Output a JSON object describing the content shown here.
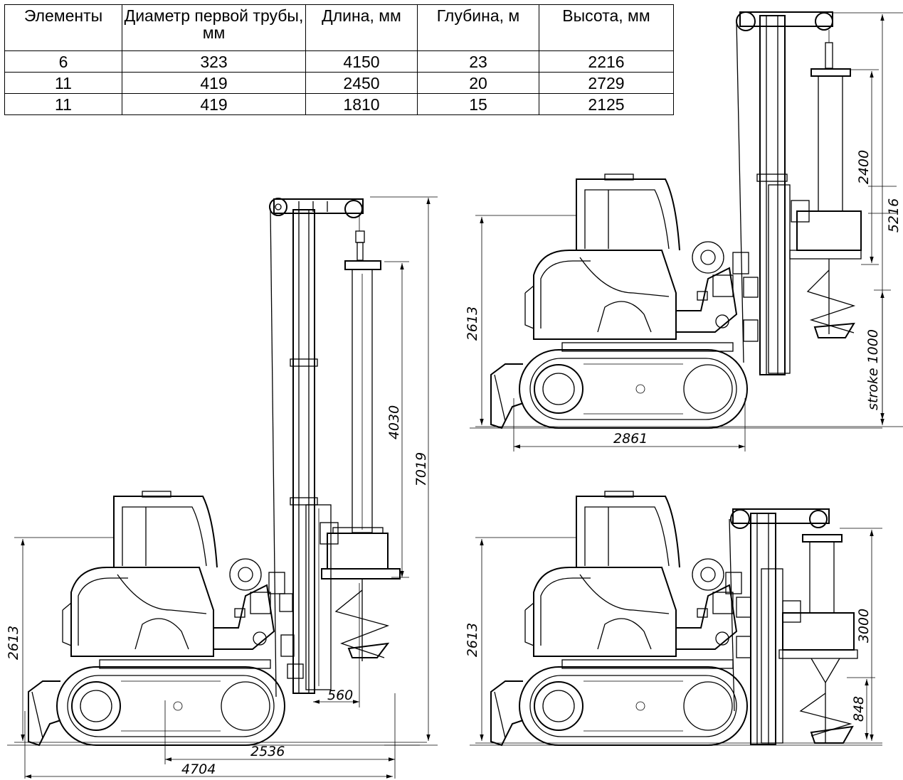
{
  "table": {
    "headers": [
      "Элементы",
      "Диаметр первой трубы, мм",
      "Длина, мм",
      "Глубина, м",
      "Высота, мм"
    ],
    "rows": [
      [
        "6",
        "323",
        "4150",
        "23",
        "2216"
      ],
      [
        "11",
        "419",
        "2450",
        "20",
        "2729"
      ],
      [
        "11",
        "419",
        "1810",
        "15",
        "2125"
      ]
    ]
  },
  "drawings": {
    "left": {
      "dims": {
        "height_total": "7019",
        "mast_stroke": "4030",
        "cab_height": "2613",
        "offset": "560",
        "track_length": "2536",
        "overall_length": "4704"
      }
    },
    "top_right": {
      "dims": {
        "cab_height": "2613",
        "track_length": "2861",
        "kelly_height": "2400",
        "total_height": "5216",
        "stroke": "stroke 1000"
      }
    },
    "bottom_right": {
      "dims": {
        "cab_height": "2613",
        "tool_height": "3000",
        "auger_length": "848"
      }
    }
  }
}
